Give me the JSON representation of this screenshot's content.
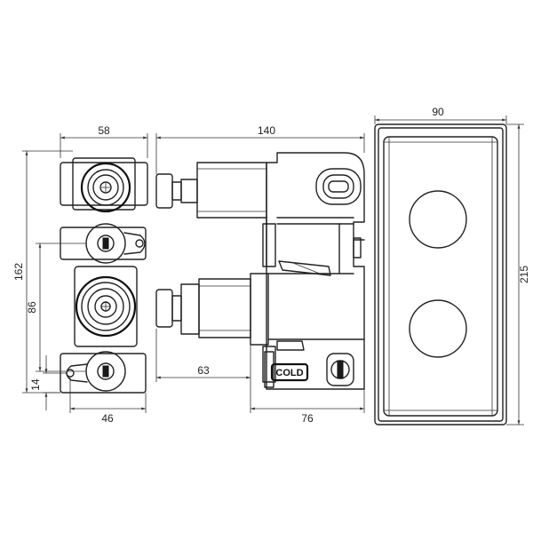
{
  "dimensions": {
    "d58": "58",
    "d140": "140",
    "d90": "90",
    "d162": "162",
    "d86": "86",
    "d14": "14",
    "d46": "46",
    "d63": "63",
    "d76": "76",
    "d215": "215"
  },
  "labels": {
    "cold": "COLD"
  }
}
